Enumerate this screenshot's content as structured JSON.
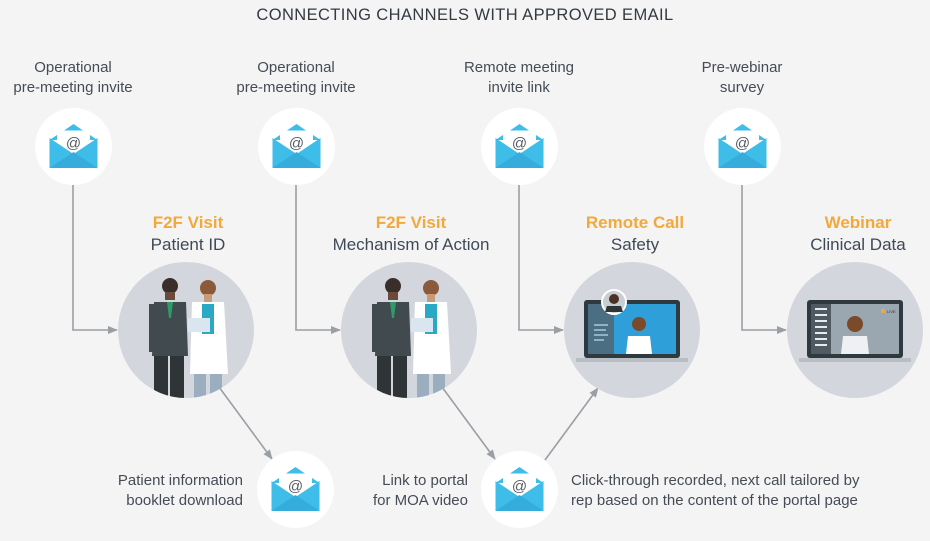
{
  "title": "CONNECTING CHANNELS WITH APPROVED EMAIL",
  "colors": {
    "accent": "#f2a93b",
    "envelope": "#3ebde9",
    "envelope_dark": "#2fa4d6",
    "connector": "#9a9ea5",
    "background": "#f4f4f4"
  },
  "top_emails": [
    {
      "label_line1": "Operational",
      "label_line2": "pre-meeting invite",
      "icon": "email-envelope-icon"
    },
    {
      "label_line1": "Operational",
      "label_line2": "pre-meeting invite",
      "icon": "email-envelope-icon"
    },
    {
      "label_line1": "Remote meeting",
      "label_line2": "invite link",
      "icon": "email-envelope-icon"
    },
    {
      "label_line1": "Pre-webinar",
      "label_line2": "survey",
      "icon": "email-envelope-icon"
    }
  ],
  "stages": [
    {
      "type": "F2F Visit",
      "topic": "Patient ID",
      "illustration": "rep-and-doctor-illustration"
    },
    {
      "type": "F2F Visit",
      "topic": "Mechanism of Action",
      "illustration": "rep-and-doctor-illustration"
    },
    {
      "type": "Remote Call",
      "topic": "Safety",
      "illustration": "remote-call-laptop-illustration"
    },
    {
      "type": "Webinar",
      "topic": "Clinical Data",
      "illustration": "webinar-laptop-illustration",
      "live_badge": "LIVE"
    }
  ],
  "bottom_emails": [
    {
      "label_line1": "Patient information",
      "label_line2": "booklet download",
      "icon": "email-envelope-icon"
    },
    {
      "label_line1": "Link to portal",
      "label_line2": "for MOA video",
      "icon": "email-envelope-icon"
    },
    {
      "label_line1": "Click-through recorded, next call tailored by",
      "label_line2": "rep based on the content of the portal page",
      "icon": "email-envelope-icon"
    }
  ]
}
